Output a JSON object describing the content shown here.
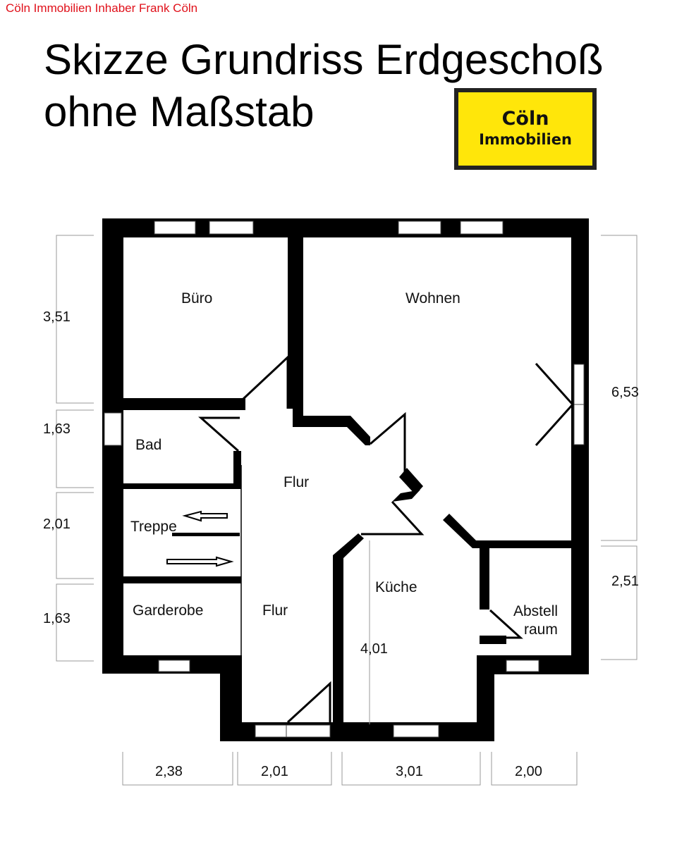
{
  "header": {
    "company_line": "Cöln Immobilien Inhaber Frank Cöln",
    "title_line1": "Skizze Grundriss Erdgeschoß",
    "title_line2": "ohne Maßstab"
  },
  "logo": {
    "line1": "Cöln",
    "line2": "Immobilien",
    "background_color": "#ffe60a",
    "border_color": "#222222"
  },
  "rooms": {
    "buero": "Büro",
    "wohnen": "Wohnen",
    "bad": "Bad",
    "flur_upper": "Flur",
    "treppe": "Treppe",
    "garderobe": "Garderobe",
    "flur_lower": "Flur",
    "kueche": "Küche",
    "abstell_line1": "Abstell",
    "abstell_line2": "raum"
  },
  "dimensions": {
    "left": [
      "3,51",
      "1,63",
      "2,01",
      "1,63"
    ],
    "right": [
      "6,53",
      "2,51"
    ],
    "bottom": [
      "2,38",
      "2,01",
      "3,01",
      "2,00"
    ],
    "kueche_inner": "4,01"
  },
  "colors": {
    "wall": "#000000",
    "company_line": "#e0101a"
  }
}
